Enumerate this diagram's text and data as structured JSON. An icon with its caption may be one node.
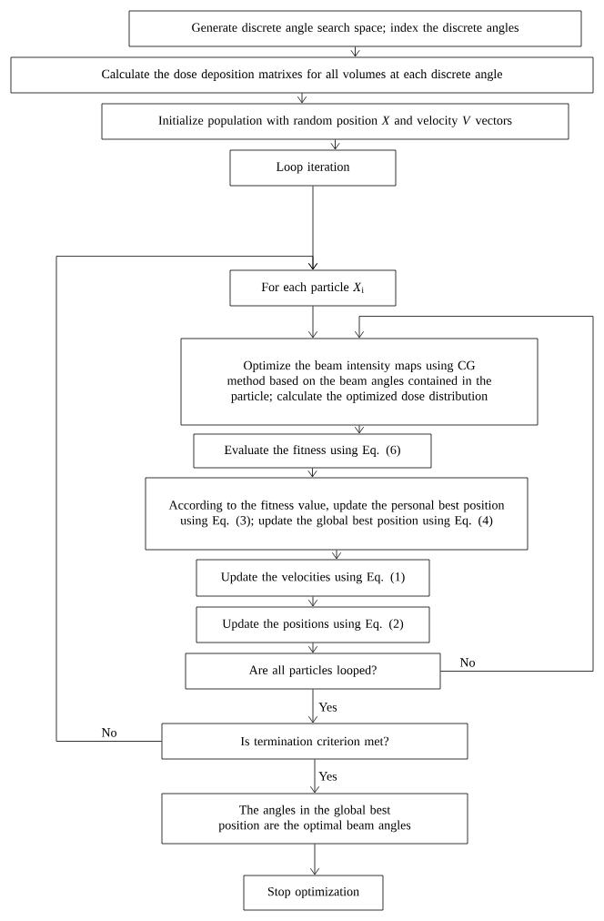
{
  "diagram": {
    "nodes": [
      {
        "text": [
          "Generate discrete angle search space; index the discrete angles"
        ]
      },
      {
        "text": [
          "Calculate the dose deposition matrixes for all volumes at each discrete angle"
        ]
      },
      {
        "text": [
          "Initialize population with random position *X* and velocity *V* vectors"
        ]
      },
      {
        "text": [
          "Loop iteration"
        ]
      },
      {
        "text": [
          "For each particle *X*$_{i}$"
        ]
      },
      {
        "text": [
          "Optimize the beam intensity maps using CG method based on the beam angles contained in the particle; calculate the optimized dose distribution"
        ]
      },
      {
        "text": [
          "Evaluate the fitness using Eq. (6)"
        ]
      },
      {
        "text": [
          "According to the fitness value, update the personal best position using Eq. (3); update the global best position using Eq. (4)"
        ]
      },
      {
        "text": [
          "Update the velocities using Eq. (1)"
        ]
      },
      {
        "text": [
          "Update the positions using Eq. (2)"
        ]
      },
      {
        "text": [
          "Are all particles looped?"
        ]
      },
      {
        "text": [
          "Is termination criterion met?"
        ]
      },
      {
        "text": [
          "The angles in the global best position are the optimal beam angles"
        ]
      },
      {
        "text": [
          "Stop optimization"
        ]
      }
    ],
    "edges": [
      {
        "from": 0,
        "to": 1,
        "arrow": "to"
      },
      {
        "from": 1,
        "to": 2,
        "arrow": "to"
      },
      {
        "from": 2,
        "to": 3,
        "arrow": "to"
      },
      {
        "from": 3,
        "to": 4,
        "arrow": "to"
      },
      {
        "from": 4,
        "to": 5,
        "arrow": "to"
      },
      {
        "from": 5,
        "to": 6,
        "arrow": "to"
      },
      {
        "from": 6,
        "to": 7,
        "arrow": "to"
      },
      {
        "from": 7,
        "to": 8,
        "arrow": "to"
      },
      {
        "from": 8,
        "to": 9,
        "arrow": "to"
      },
      {
        "from": 9,
        "to": 10,
        "arrow": "to"
      },
      {
        "from": 10,
        "to": 11,
        "arrow": "to",
        "label": "Yes"
      },
      {
        "from": 11,
        "to": 12,
        "arrow": "to",
        "label": "Yes"
      },
      {
        "from": 12,
        "to": 13,
        "arrow": "to"
      },
      {
        "from": 10,
        "to": 5,
        "arrow": "to",
        "label": "No"
      },
      {
        "from": 11,
        "to": 4,
        "arrow": "to",
        "label": "No"
      }
    ]
  }
}
